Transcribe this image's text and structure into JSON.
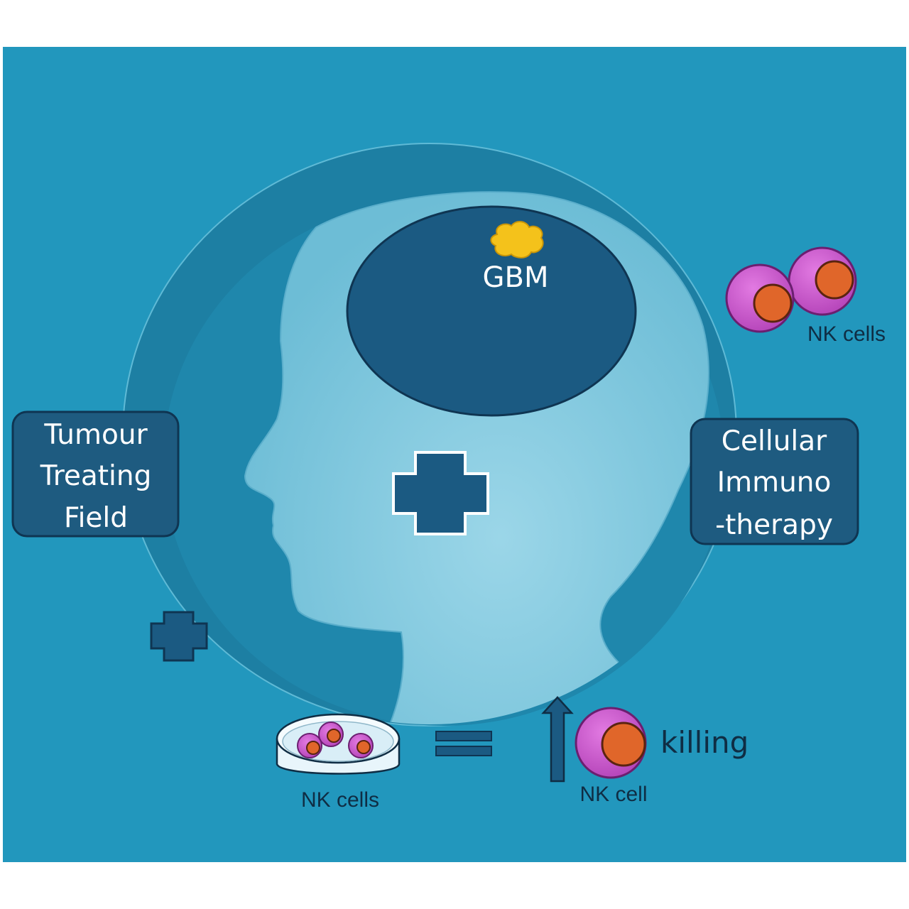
{
  "title": "",
  "colors": {
    "background": "#2297bd",
    "well": "#1f86aa",
    "head": "#7ec8de",
    "brain": "#1b5a82",
    "box": "#1e5b80",
    "tumour": "#f4c21b",
    "nk_outer": "#d25bd2",
    "nk_nucleus": "#e0662a",
    "text_dark": "#0f2d44",
    "text_light": "#ffffff"
  },
  "labels": {
    "tumour": "GBM",
    "left_box": [
      "Tumour",
      "Treating",
      "Field"
    ],
    "right_box": [
      "Cellular",
      "Immuno",
      "-therapy"
    ],
    "nk_cells_top": "NK cells",
    "nk_cells_dish": "NK cells",
    "nk_cell_single": "NK cell",
    "killing": "killing"
  },
  "icons": {
    "center_plus": "plus-icon",
    "left_plus": "plus-icon",
    "equals": "equals-icon",
    "arrow": "up-arrow-icon",
    "dish": "petri-dish-icon"
  }
}
